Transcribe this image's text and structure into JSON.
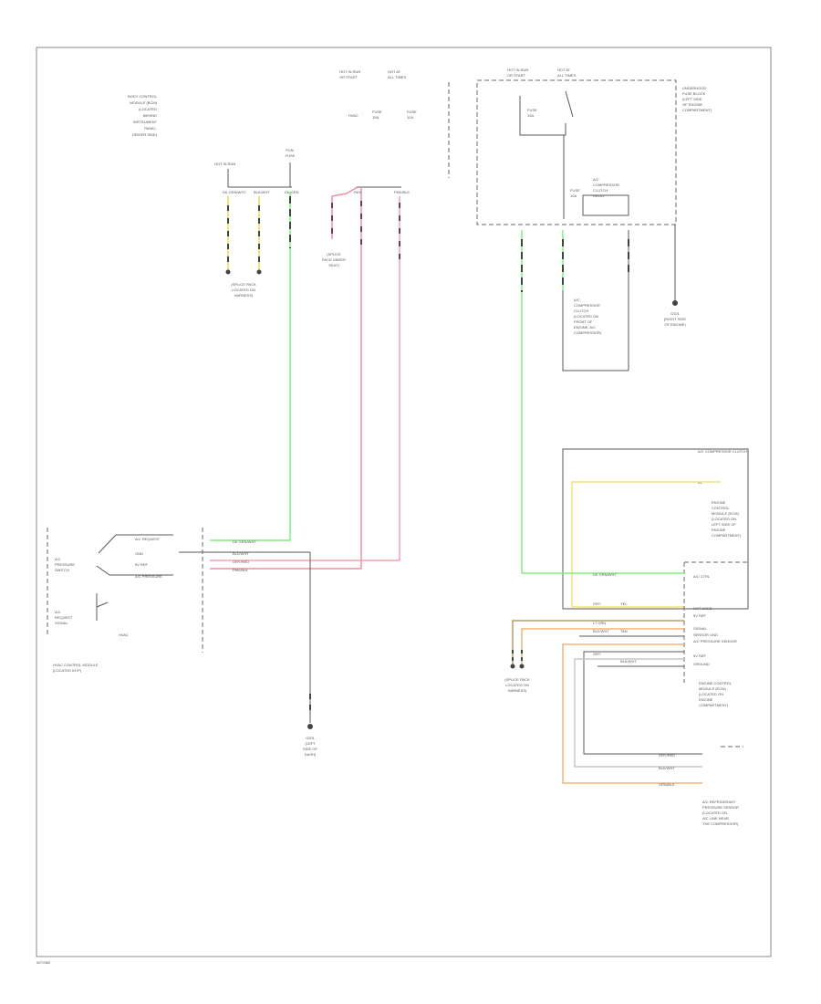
{
  "colors": {
    "green": "#7ef07e",
    "pink": "#f7a0b4",
    "red": "#ef8ea4",
    "yellow": "#f3e27a",
    "orange": "#f3b27c",
    "brown": "#bb9a66",
    "gray": "#c9c9c9",
    "black": "#444444",
    "connector_dark": "#3a4a3a"
  },
  "labels": {
    "top_left_block": [
      "BODY CONTROL",
      "MODULE (BCM)",
      "(LOCATED",
      "BEHIND",
      "INSTRUMENT",
      "PANEL,",
      "DRIVER SIDE)"
    ],
    "hot_run_header": "HOT IN RUN",
    "hot_at_all_times_header": "HOT AT ALL TIMES",
    "top_mid_a": [
      "HOT IN RUN",
      "OR START"
    ],
    "top_mid_b": [
      "HOT AT",
      "ALL TIMES"
    ],
    "fuse_a": [
      "FUSE",
      "15A"
    ],
    "fuse_b": [
      "FUSE",
      "10A"
    ],
    "fuse_c": [
      "PCM",
      "FUSE"
    ],
    "top_right_header_a": [
      "HOT IN RUN",
      "OR START"
    ],
    "top_right_header_b": [
      "HOT AT",
      "ALL TIMES"
    ],
    "fuse_block_label": [
      "UNDERHOOD",
      "FUSE BLOCK",
      "(LEFT SIDE",
      "OF ENGINE",
      "COMPARTMENT)"
    ],
    "relay_label": [
      "A/C",
      "COMPRESSOR",
      "CLUTCH",
      "RELAY"
    ],
    "fuse_right_a": [
      "FUSE",
      "10A"
    ],
    "fuse_right_b": [
      "FUSE",
      "15A"
    ],
    "ground_right": [
      "G101",
      "(RIGHT SIDE",
      "OF ENGINE)"
    ],
    "compressor_label": [
      "A/C",
      "COMPRESSOR",
      "CLUTCH",
      "(LOCATED ON",
      "FRONT OF",
      "ENGINE, A/C",
      "COMPRESSOR)"
    ],
    "splice_left": [
      "(SPLICE PACK",
      "LOCATED ON",
      "HARNESS)"
    ],
    "splice_mid": [
      "(SPLICE",
      "PACK UNDER",
      "SEAT)"
    ],
    "left_module_pins": [
      "A/C REQUEST",
      "GND",
      "5V REF",
      "A/C PRESSURE"
    ],
    "left_switch_a": [
      "A/C",
      "PRESSURE",
      "SWITCH"
    ],
    "left_switch_b": [
      "A/C",
      "REQUEST",
      "SIGNAL"
    ],
    "left_module_name": "HVAC",
    "left_bottom_label": [
      "HVAC CONTROL MODULE",
      "(LOCATED IN IP)"
    ],
    "left_ground": [
      "G201",
      "(LEFT",
      "SIDE OF",
      "DASH)"
    ],
    "ecm_top_label": "A/C COMPRESSOR CLUTCH",
    "ecm_top_pin": "B1",
    "ecm_right_label": [
      "ENGINE",
      "CONTROL",
      "MODULE (ECM)",
      "(LOCATED ON",
      "LEFT SIDE OF",
      "ENGINE",
      "COMPARTMENT)"
    ],
    "ecm_pins": [
      "A/C CTRL",
      "NOT USED",
      "5V REF",
      "SIGNAL",
      "SENSOR GND",
      "A/C PRESSURE SENSOR",
      "5V REF",
      "GROUND"
    ],
    "ecm_bottom_label": [
      "ENGINE CONTROL",
      "MODULE (ECM)",
      "(LOCATED ON",
      "ENGINE",
      "COMPARTMENT)"
    ],
    "sensor_label": [
      "A/C REFRIGERANT",
      "PRESSURE SENSOR",
      "(LOCATED ON",
      "A/C LINE NEAR",
      "THE COMPRESSOR)"
    ],
    "splice_bottom": [
      "(SPLICE PACK",
      "LOCATED ON",
      "HARNESS)"
    ],
    "footer_code": "W/T/080"
  },
  "wire_labels": {
    "left_top": [
      "DK GRN",
      "DK GRN/WHT",
      "BLK/WHT",
      "RED",
      "PNK/BLK"
    ],
    "left_module_wires": [
      "DK GRN/WHT",
      "BLK/WHT",
      "GRY/RED",
      "PNK/BLK"
    ],
    "ecm_wires": [
      "DK GRN/WHT",
      "GRY",
      "YEL",
      "LT GRN",
      "BLK/WHT",
      "TAN",
      "GRY",
      "BLK/WHT"
    ],
    "sensor_wires": [
      "GRY/RED",
      "BLK/WHT",
      "ORN/BLK"
    ]
  }
}
